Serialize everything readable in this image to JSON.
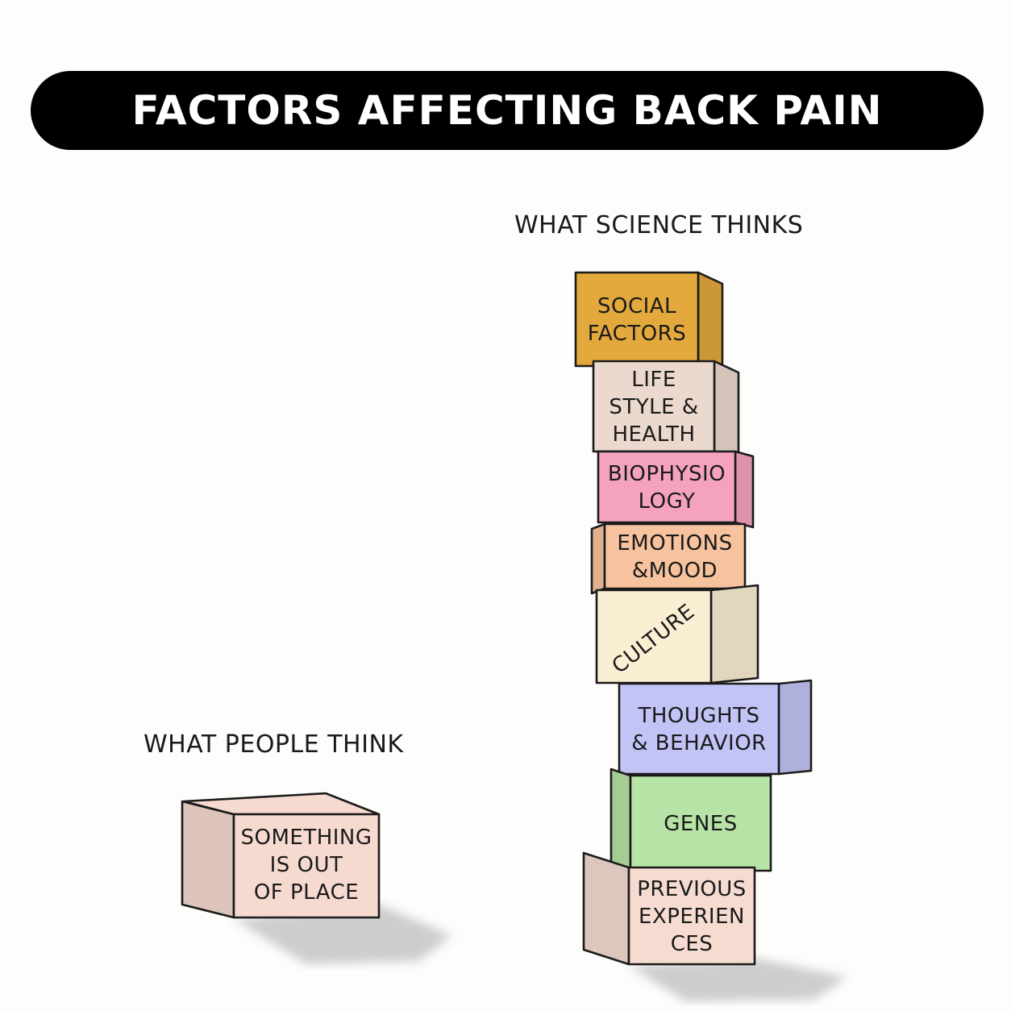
{
  "title": "FACTORS AFFECTING BACK PAIN",
  "people": {
    "caption": "WHAT PEOPLE THINK",
    "box": {
      "lines": [
        "SOMETHING",
        "IS OUT",
        "OF PLACE"
      ],
      "color": "#f6d9cf"
    }
  },
  "science": {
    "caption": "WHAT SCIENCE THINKS",
    "boxes": [
      {
        "id": "social-factors",
        "lines": [
          "SOCIAL",
          "FACTORS"
        ],
        "color": "#e3a93c"
      },
      {
        "id": "lifestyle-health",
        "lines": [
          "LIFE",
          "STYLE &",
          "HEALTH"
        ],
        "color": "#ead9cc"
      },
      {
        "id": "biophysiology",
        "lines": [
          "BIOPHYSIO",
          "LOGY"
        ],
        "color": "#f5a3bd"
      },
      {
        "id": "emotions-mood",
        "lines": [
          "EMOTIONS",
          "&MOOD"
        ],
        "color": "#f7c39e"
      },
      {
        "id": "culture",
        "lines": [
          "CULTURE"
        ],
        "color": "#fbefd3"
      },
      {
        "id": "thoughts-behavior",
        "lines": [
          "THOUGHTS",
          "& BEHAVIOR"
        ],
        "color": "#c3c4f6"
      },
      {
        "id": "genes",
        "lines": [
          "GENES"
        ],
        "color": "#b8e3a6"
      },
      {
        "id": "previous-experiences",
        "lines": [
          "PREVIOUS",
          "EXPERIEN",
          "CES"
        ],
        "color": "#f6dcd0"
      }
    ]
  }
}
